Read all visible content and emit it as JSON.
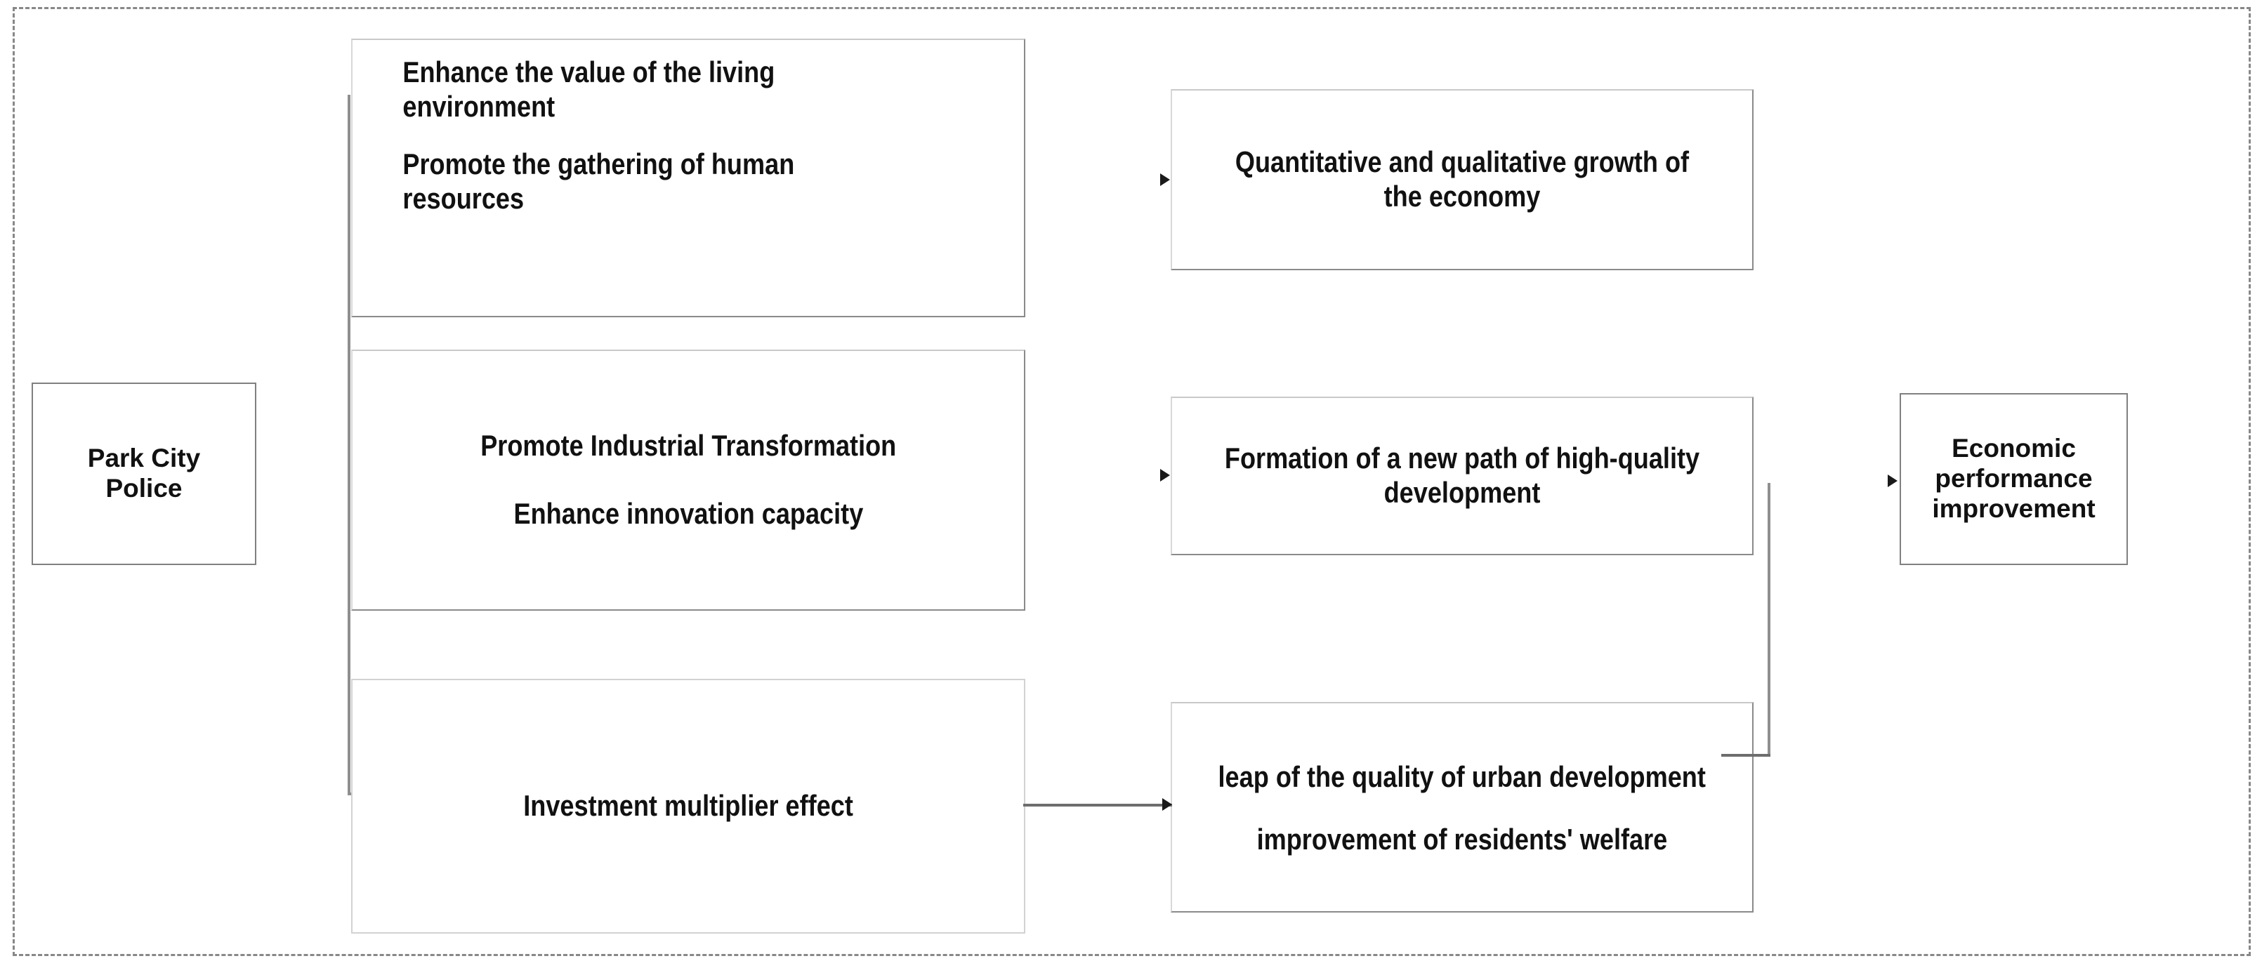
{
  "diagram": {
    "title": "Park City Police economic effect chain",
    "frame": {
      "style": "dashed",
      "color": "#888888"
    },
    "nodes": {
      "park_city_police": {
        "label": "Park City\nPolice",
        "lines": [
          "Park City",
          "Police"
        ]
      },
      "living_environment": {
        "line1": "Enhance the value of the living environment",
        "line2": "Promote the gathering of human resources"
      },
      "industrial_transformation": {
        "line1": "Promote Industrial Transformation",
        "line2": "Enhance innovation capacity"
      },
      "investment_multiplier": {
        "line1": "Investment multiplier effect"
      },
      "economy_growth": {
        "line1": "Quantitative and qualitative growth of the economy"
      },
      "high_quality_path": {
        "line1": "Formation of a new path of high-quality development"
      },
      "urban_welfare": {
        "line1": "leap of the quality of urban development",
        "line2": "improvement of residents' welfare"
      },
      "economic_performance": {
        "line1": "Economic performance improvement"
      }
    },
    "connectors": {
      "left_spine_label": "branch-spine-left",
      "right_spine_label": "branch-spine-right",
      "arrow_color": "#1a1a1a",
      "line_color": "#8f8f8f"
    }
  }
}
